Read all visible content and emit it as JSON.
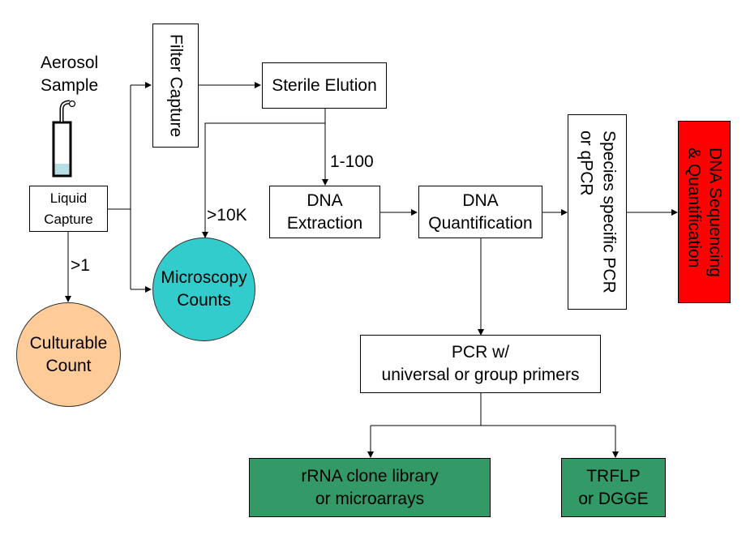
{
  "colors": {
    "microscopy": "#33CCCC",
    "culturable": "#FFCC99",
    "sequencing": "#FF0000",
    "green_box": "#339966",
    "tube_liquid": "#B8DDE2"
  },
  "nodes": {
    "aerosol_sample": "Aerosol\nSample",
    "liquid_capture": "Liquid\nCapture",
    "filter_capture": "Filter Capture",
    "sterile_elution": "Sterile Elution",
    "dna_extraction": "DNA\nExtraction",
    "dna_quantification": "DNA\nQuantification",
    "species_pcr": "Species specific PCR\nor qPCR",
    "dna_sequencing": "DNA Sequencing\n& Quantification",
    "microscopy_counts": "Microscopy\nCounts",
    "culturable_count": "Culturable\nCount",
    "pcr_universal": "PCR w/\nuniversal or group primers",
    "rrna_clone": "rRNA clone library\nor microarrays",
    "trflp": "TRFLP\nor DGGE"
  },
  "edge_labels": {
    "liquid_to_culturable": ">1",
    "elution_to_extraction": "1-100",
    "elution_to_microscopy": ">10K"
  },
  "icons": {
    "sampler": "aerosol-sampler-tube-icon"
  }
}
